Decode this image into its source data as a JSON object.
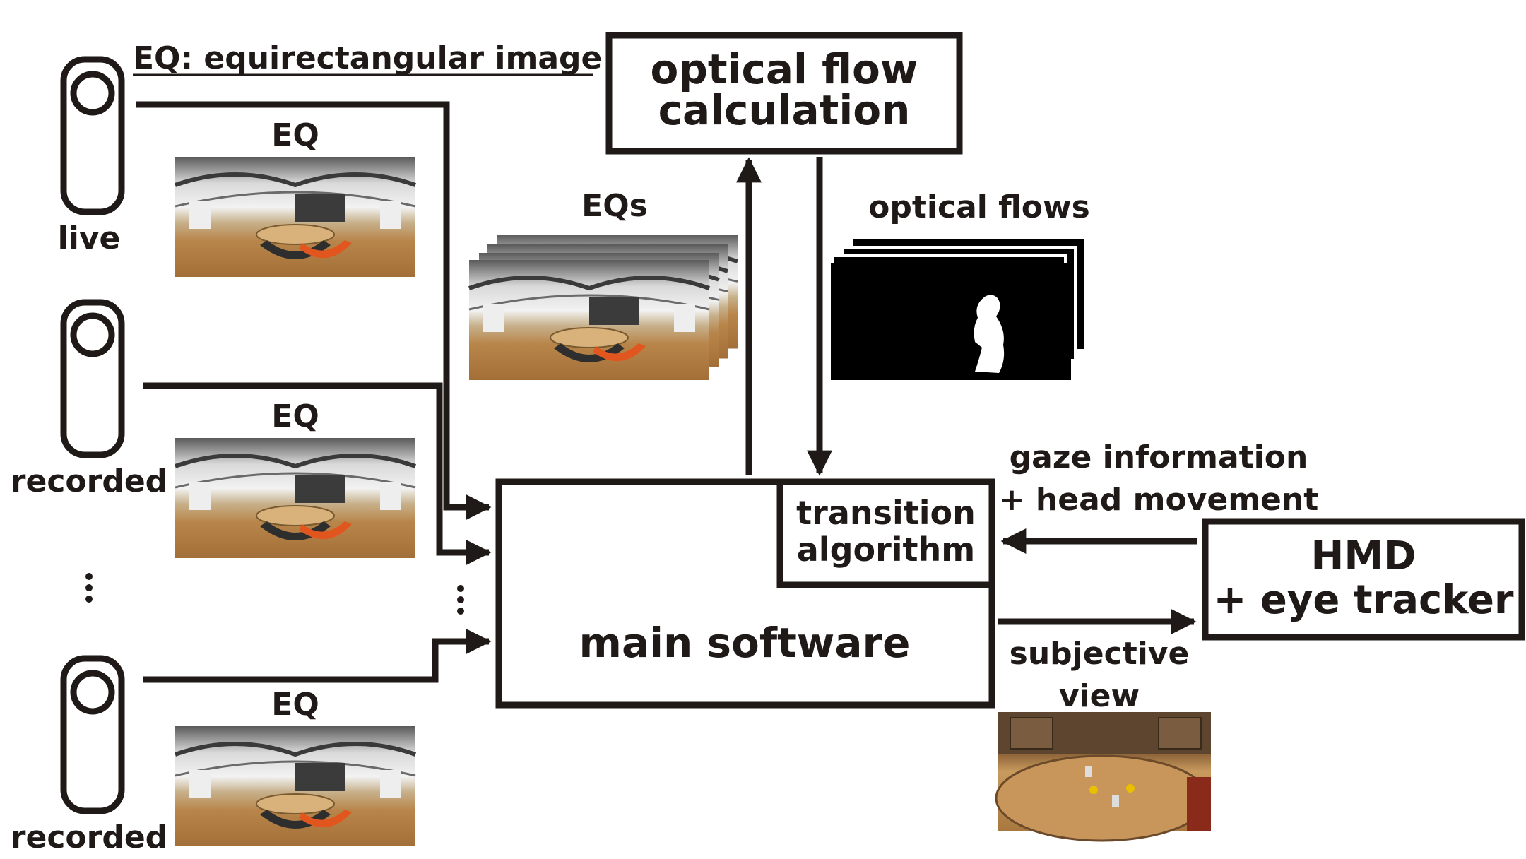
{
  "legend": "EQ: equirectangular image",
  "cameras": [
    {
      "name": "live",
      "eq_label": "EQ"
    },
    {
      "name": "recorded",
      "eq_label": "EQ"
    },
    {
      "name": "recorded",
      "eq_label": "EQ"
    }
  ],
  "ellipsis": "⋮",
  "eqs_label": "EQs",
  "optical_flow_box": {
    "line1": "optical flow",
    "line2": "calculation"
  },
  "optical_flows_label": "optical flows",
  "main_software": "main software",
  "transition_algorithm": {
    "line1": "transition",
    "line2": "algorithm"
  },
  "gaze_label": {
    "line1": "gaze information",
    "line2": "+ head movement"
  },
  "hmd_box": {
    "line1": "HMD",
    "line2": "+ eye tracker"
  },
  "subjective_view": {
    "line1": "subjective",
    "line2": "view"
  },
  "colors": {
    "stroke": "#1f1a17",
    "wood": "#b8854a",
    "orange": "#e0561e",
    "ceiling": "#9a9a9a",
    "dark": "#2a2a2a"
  }
}
